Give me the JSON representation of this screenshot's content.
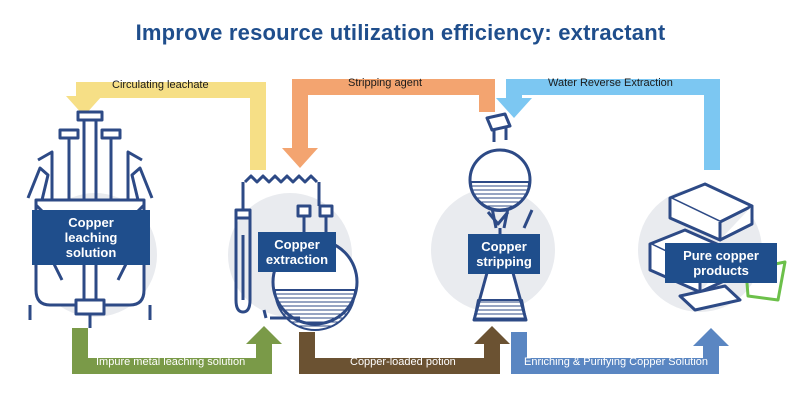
{
  "title": "Improve resource utilization efficiency: extractant",
  "colors": {
    "title": "#1f4e8c",
    "equipment": "#2d4a86",
    "circle_bg": "#e9ebef",
    "label_bg": "#1f4e8c",
    "circulating_leachate": "#f6df86",
    "stripping_agent": "#f3a470",
    "water_reverse_extraction": "#7cc7f2",
    "impure_metal_leaching": "#7a9a48",
    "copper_loaded_potion": "#6b5232",
    "enriching_purifying": "#5a86c2",
    "pure_copper_accent": "#6cc04a"
  },
  "top_flows": [
    {
      "label": "Circulating leachate",
      "color_key": "circulating_leachate"
    },
    {
      "label": "Stripping agent",
      "color_key": "stripping_agent"
    },
    {
      "label": "Water Reverse Extraction",
      "color_key": "water_reverse_extraction"
    }
  ],
  "bottom_flows": [
    {
      "label": "Impure metal leaching solution",
      "color_key": "impure_metal_leaching"
    },
    {
      "label": "Copper-loaded potion",
      "color_key": "copper_loaded_potion"
    },
    {
      "label": "Enriching & Purifying Copper Solution",
      "color_key": "enriching_purifying"
    }
  ],
  "stages": [
    {
      "label_line1": "Copper",
      "label_line2": "leaching solution",
      "icon": "leaching-tank-icon"
    },
    {
      "label_line1": "Copper",
      "label_line2": "extraction",
      "icon": "extraction-apparatus-icon"
    },
    {
      "label_line1": "Copper",
      "label_line2": "stripping",
      "icon": "separatory-flask-icon"
    },
    {
      "label_line1": "Pure copper",
      "label_line2": "products",
      "icon": "copper-ingots-icon"
    }
  ]
}
